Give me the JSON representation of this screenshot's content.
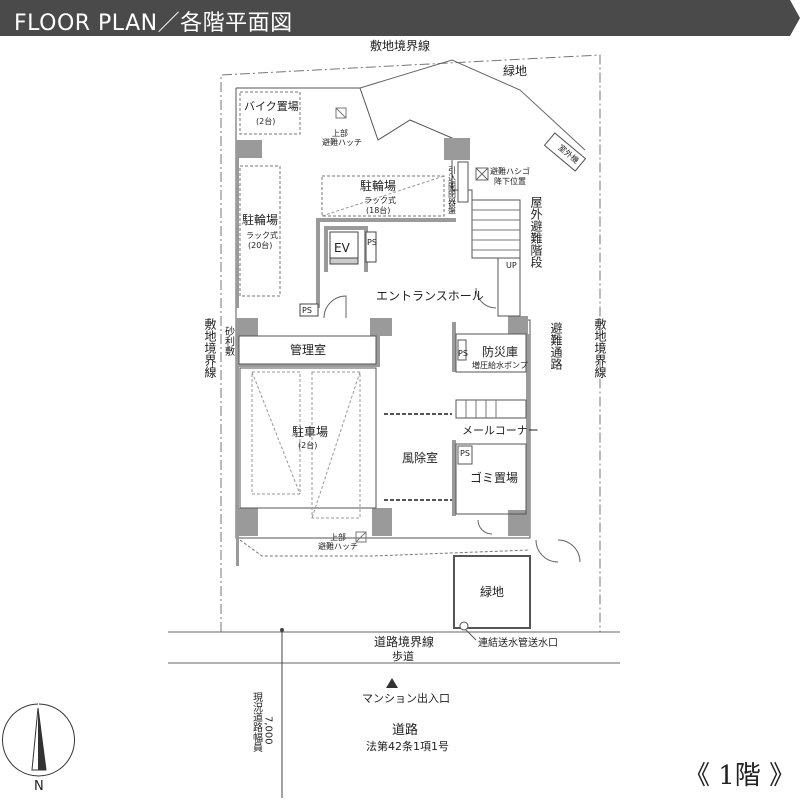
{
  "header": {
    "title": "FLOOR PLAN／各階平面図"
  },
  "floor_label": "《 1階 》",
  "labels": {
    "site_boundary_top": "敷地境界線",
    "greenery_top": "緑地",
    "bike_parking": "バイク置場",
    "bike_parking_count": "(2台)",
    "hatch_upper_1_a": "上部",
    "hatch_upper_1_b": "避難ハッチ",
    "bicycle_parking_center": "駐輪場",
    "bicycle_rack_center": "ラック式",
    "bicycle_count_center": "(18台)",
    "bicycle_parking_left": "駐輪場",
    "bicycle_rack_left": "ラック式",
    "bicycle_count_left": "(20台)",
    "ev": "EV",
    "ps_ev": "PS",
    "ps_small": "PS",
    "entrance_hall": "エントランスホール",
    "pull_in_board": "引込開閉器盤",
    "evac_ladder_a": "避難ハシゴ",
    "evac_ladder_b": "降下位置",
    "outdoor_stair": "屋外避難階段",
    "up": "UP",
    "evac_route": "避難通路",
    "site_boundary_right": "敷地境界線",
    "site_boundary_left": "敷地境界線",
    "gravel": "砂利敷",
    "management_office": "管理室",
    "disaster_room": "防災庫",
    "ps_disaster": "PS",
    "booster_pump": "増圧給水ポンプ",
    "car_parking": "駐車場",
    "car_parking_count": "(2台)",
    "mail_corner": "メールコーナー",
    "windbreak_room": "風除室",
    "ps_garbage": "PS",
    "garbage_room": "ゴミ置場",
    "hatch_upper_2_a": "上部",
    "hatch_upper_2_b": "避難ハッチ",
    "greenery_bottom": "緑地",
    "fire_inlet": "連結送水管送水口",
    "road_boundary": "道路境界線",
    "sidewalk": "歩道",
    "mansion_entrance": "マンション出入口",
    "road_width_a": "現況道路幅員",
    "road_width_b": "7,000",
    "road": "道路",
    "road_law": "法第42条1項1号",
    "north": "N",
    "outdoor_unit": "室外機"
  },
  "colors": {
    "wall": "#9a9a9a",
    "line": "#555555",
    "header": "#4a4a4a"
  }
}
